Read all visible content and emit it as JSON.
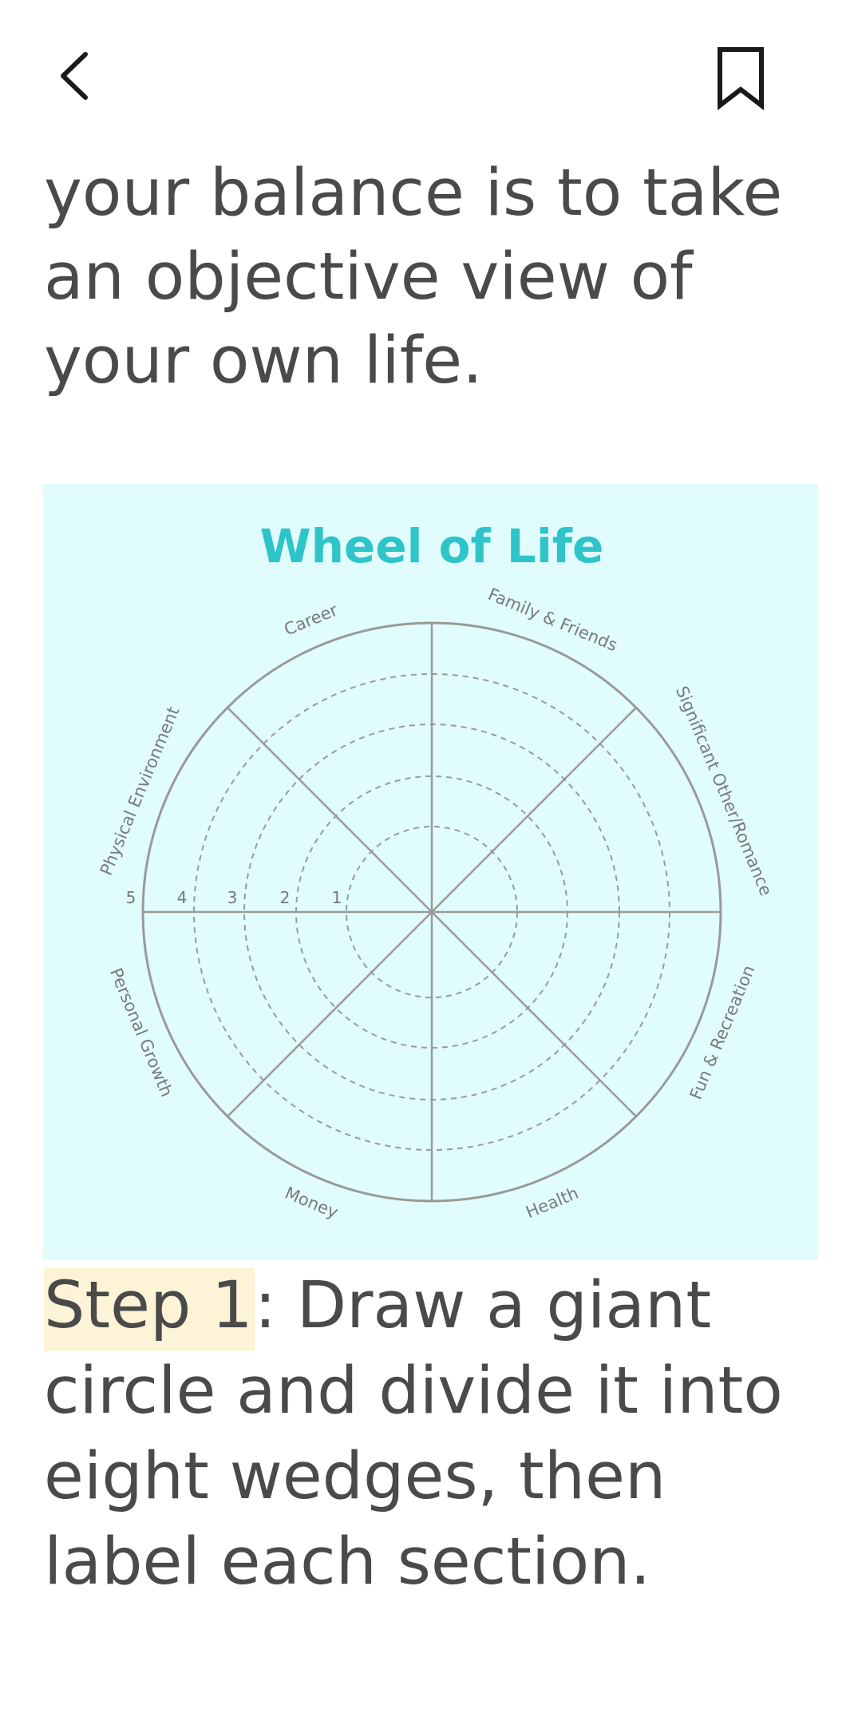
{
  "toolbar": {
    "back_icon": "chevron-left-icon",
    "bookmark_icon": "bookmark-icon"
  },
  "article": {
    "intro": "your balance is to take an objective view of your own life.",
    "step_label": "Step 1",
    "step_text": ": Draw a giant circle and divide it into eight wedges, then label each section."
  },
  "figure": {
    "title": "Wheel of Life",
    "title_color": "#2ec4c9",
    "background_color": "#e0fcfd",
    "line_color": "#9a9a9a",
    "highlight_color": "#fdf3d6",
    "segments": [
      "Career",
      "Family & Friends",
      "Significant Other/Romance",
      "Fun & Recreation",
      "Health",
      "Money",
      "Personal Growth",
      "Physical Environment"
    ],
    "scale": [
      "5",
      "4",
      "3",
      "2",
      "1"
    ]
  }
}
